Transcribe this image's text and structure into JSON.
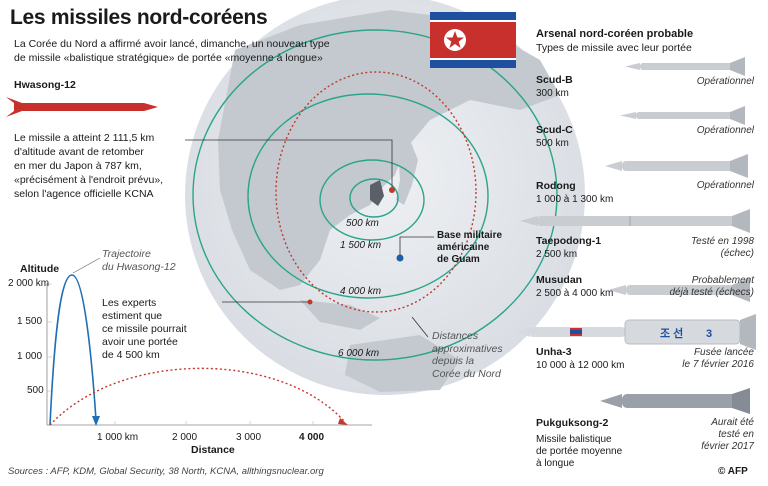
{
  "title": "Les missiles nord-coréens",
  "intro": {
    "line1": "La Corée du Nord a affirmé avoir lancé, dimanche, un nouveau type",
    "line2": "de missile «balistique stratégique» de portée «moyenne à longue»"
  },
  "hwasong": {
    "label": "Hwasong-12",
    "note_lines": [
      "Le missile a atteint 2 111,5 km",
      "d'altitude avant de retomber",
      "en mer du Japon à 787 km,",
      "«précisément à l'endroit prévu»,",
      "selon l'agence officielle KCNA"
    ]
  },
  "map": {
    "rings": [
      "500 km",
      "1 500 km",
      "4 000 km",
      "6 000 km"
    ],
    "guam_lines": [
      "Base militaire",
      "américaine",
      "de Guam"
    ],
    "distances_note": [
      "Distances",
      "approximatives",
      "depuis la",
      "Corée du Nord"
    ]
  },
  "trajectory": {
    "label_lines": [
      "Trajectoire",
      "du Hwasong-12"
    ],
    "ylabel": "Altitude",
    "yticks": [
      "2 000 km",
      "1 500",
      "1 000",
      "500"
    ],
    "xticks": [
      "1 000 km",
      "2 000",
      "3 000",
      "4 000"
    ],
    "xlabel": "Distance",
    "experts_lines": [
      "Les experts",
      "estiment que",
      "ce missile pourrait",
      "avoir une portée",
      "de 4 500 km"
    ]
  },
  "arsenal": {
    "title": "Arsenal nord-coréen probable",
    "subtitle": "Types de missile avec leur portée",
    "missiles": [
      {
        "name": "Scud-B",
        "range": "300 km",
        "status": [
          "Opérationnel"
        ]
      },
      {
        "name": "Scud-C",
        "range": "500 km",
        "status": [
          "Opérationnel"
        ]
      },
      {
        "name": "Rodong",
        "range": "1 000 à 1 300 km",
        "status": [
          "Opérationnel"
        ]
      },
      {
        "name": "Taepodong-1",
        "range": "2 500 km",
        "status": [
          "Testé en 1998",
          "(échec)"
        ]
      },
      {
        "name": "Musudan",
        "range": "2 500 à 4 000  km",
        "status": [
          "Probablement",
          "déjà testé (échecs)"
        ]
      },
      {
        "name": "Unha-3",
        "range": "10 000 à 12 000 km",
        "status": [
          "Fusée lancée",
          "le 7 février 2016"
        ]
      },
      {
        "name": "Pukguksong-2",
        "range": "",
        "status": [
          "Aurait été",
          "testé en",
          "février 2017"
        ]
      }
    ],
    "pukguksong_desc": [
      "Missile balistique",
      "de portée moyenne",
      "à longue"
    ]
  },
  "footer": {
    "sources": "Sources : AFP, KDM, Global Security, 38 North, KCNA, allthingsnuclear.org",
    "credit": "© AFP"
  },
  "colors": {
    "ring": "#2aa48a",
    "dotted": "#c0392b",
    "missile_red": "#c7302c",
    "missile_grey": "#c9ccd1",
    "globe": "#dfe3e8"
  }
}
